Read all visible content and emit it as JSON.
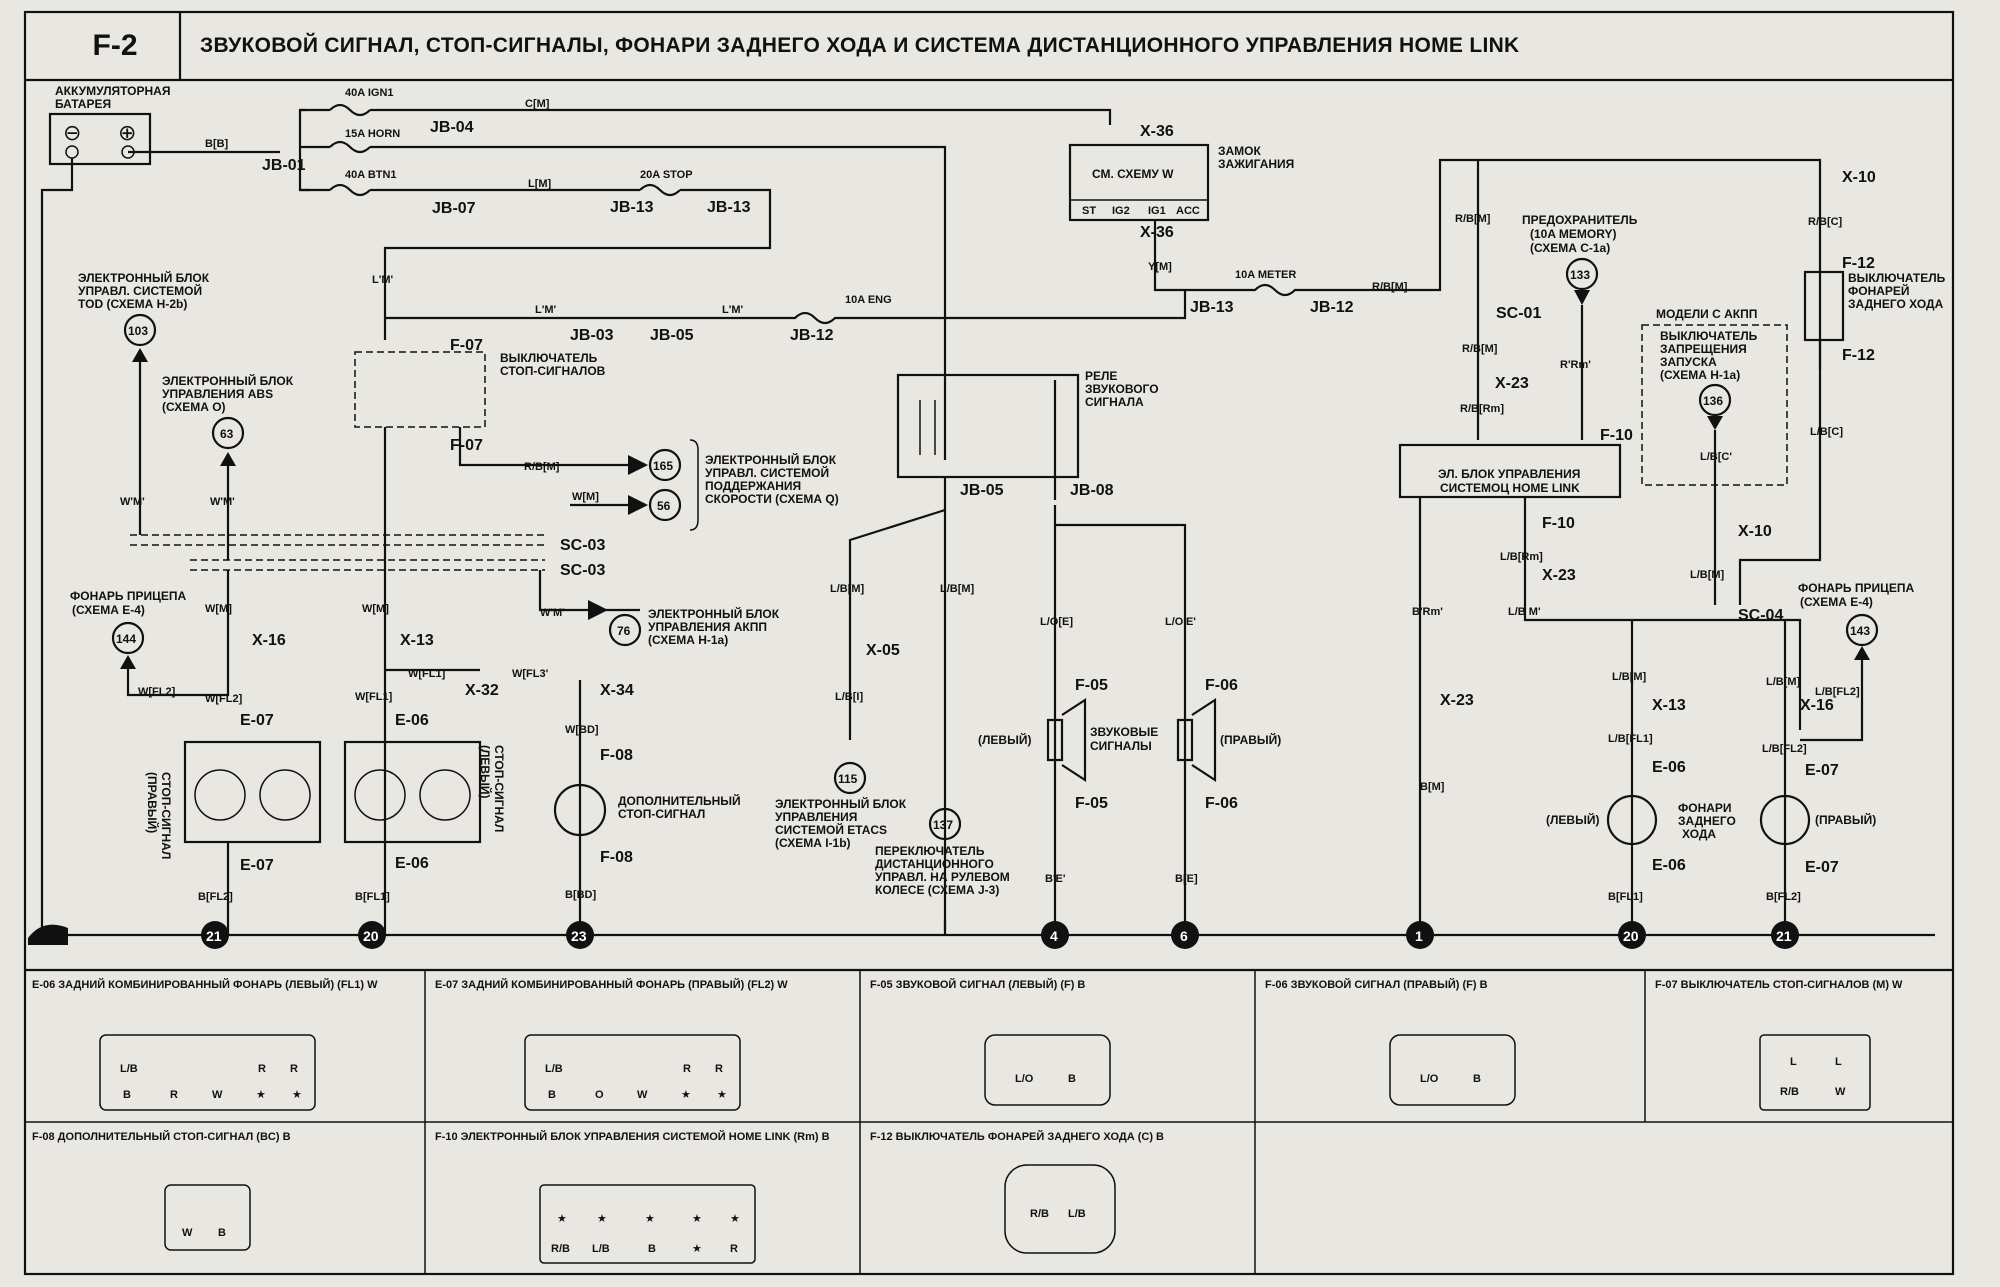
{
  "header": {
    "code": "F-2",
    "title": "ЗВУКОВОЙ СИГНАЛ, СТОП-СИГНАЛЫ, ФОНАРИ ЗАДНЕГО ХОДА И СИСТЕМА ДИСТАНЦИОННОГО УПРАВЛЕНИЯ HOME LINK"
  },
  "battery": {
    "label1": "АККУМУЛЯТОРНАЯ",
    "label2": "БАТАРЕЯ",
    "minus": "⊖",
    "plus": "⊕"
  },
  "fuses": {
    "ign1": "40A IGN1",
    "horn": "15A HORN",
    "btn1": "40A BTN1",
    "stop": "20A STOP",
    "eng": "10A ENG",
    "meter": "10A METER",
    "memory1": "ПРЕДОХРАНИТЕЛЬ",
    "memory2": "(10A MEMORY)",
    "memory3": "(СХЕМА C-1a)"
  },
  "junctions": {
    "jb01": "JB-01",
    "jb04": "JB-04",
    "jb07": "JB-07",
    "jb13a": "JB-13",
    "jb13b": "JB-13",
    "jb03": "JB-03",
    "jb05a": "JB-05",
    "jb12a": "JB-12",
    "jb13c": "JB-13",
    "jb12b": "JB-12",
    "jb05b": "JB-05",
    "jb08": "JB-08",
    "sc01": "SC-01",
    "sc03a": "SC-03",
    "sc03b": "SC-03",
    "sc04": "SC-04"
  },
  "connectors": {
    "x36a": "X-36",
    "x36b": "X-36",
    "x10a": "X-10",
    "x10b": "X-10",
    "f12a": "F-12",
    "f12b": "F-12",
    "f07a": "F-07",
    "f07b": "F-07",
    "x23a": "X-23",
    "x23b": "X-23",
    "x23c": "X-23",
    "f10a": "F-10",
    "f10b": "F-10",
    "x16a": "X-16",
    "x16b": "X-16",
    "x13a": "X-13",
    "x13b": "X-13",
    "x32": "X-32",
    "x34": "X-34",
    "x05": "X-05",
    "e07a": "E-07",
    "e07b": "E-07",
    "e07c": "E-07",
    "e07d": "E-07",
    "e06a": "E-06",
    "e06b": "E-06",
    "e06c": "E-06",
    "e06d": "E-06",
    "f08a": "F-08",
    "f08b": "F-08",
    "f05a": "F-05",
    "f05b": "F-05",
    "f06a": "F-06",
    "f06b": "F-06"
  },
  "wires": {
    "bb": "B[B]",
    "cm": "C[M]",
    "lm": "L[M]",
    "lm2": "L'M'",
    "lm3": "L'M'",
    "lm4": "L'M'",
    "ym": "Y[M]",
    "rbm1": "R/B[M]",
    "rbm2": "R/B[M]",
    "rbm3": "R/B[M]",
    "rbm4": "R/B[M]",
    "rbc": "R/B[C]",
    "lbc": "L/B[C]",
    "rbrm": "R/B[Rm]",
    "rrm": "R'Rm'",
    "lbc2": "L/B[C'",
    "wm1": "W'M'",
    "wm2": "W'M'",
    "wm3": "W[M]",
    "wm4": "W[M]",
    "wm5": "W'M'",
    "wm6": "W[M]",
    "wm7": "W[M]",
    "wfl2a": "W[FL2]",
    "wfl2b": "W[FL2]",
    "wfl1a": "W[FL1]",
    "wfl1b": "W[FL1]",
    "wfl3": "W[FL3'",
    "wbd": "W[BD]",
    "bbd": "B[BD]",
    "bfl2": "B[FL2]",
    "bfl1": "B[FL1]",
    "lbm1": "L/B[M]",
    "lbm2": "L/B[M]",
    "lbi": "L/B[I]",
    "loe1": "L/O[E]",
    "loe2": "L/O'E'",
    "be1": "B'E'",
    "be2": "B[E]",
    "brm": "B'Rm'",
    "bm": "B[M]",
    "lbrm": "L/B[Rm]",
    "lbm3": "L/B M'",
    "lbm4": "L/B[M]",
    "lbm5": "L/B[M]",
    "lbm6": "L/B[M]",
    "lbfl1": "L/B[FL1]",
    "lbfl2": "L/B[FL2]",
    "lbfl2b": "L/B[FL2]",
    "bfl1b": "B[FL1]",
    "bfl2b": "B[FL2]"
  },
  "components": {
    "ignition_box": "СМ. СХЕМУ W",
    "ign_lbl1": "ЗАМОК",
    "ign_lbl2": "ЗАЖИГАНИЯ",
    "ign_st": "ST",
    "ign_ig2": "IG2",
    "ign_ig1": "IG1",
    "ign_acc": "ACC",
    "tod1": "ЭЛЕКТРОННЫЙ БЛОК",
    "tod2": "УПРАВЛ. СИСТЕМОЙ",
    "tod3": "TOD (СХЕМА Н-2b)",
    "abs1": "ЭЛЕКТРОННЫЙ БЛОК",
    "abs2": "УПРАВЛЕНИЯ ABS",
    "abs3": "(СХЕМА O)",
    "stopsw1": "ВЫКЛЮЧАТЕЛЬ",
    "stopsw2": "СТОП-СИГНАЛОВ",
    "cruise1": "ЭЛЕКТРОННЫЙ БЛОК",
    "cruise2": "УПРАВЛ. СИСТЕМОЙ",
    "cruise3": "ПОДДЕРЖАНИЯ",
    "cruise4": "СКОРОСТИ (СХЕМА Q)",
    "akpp1": "ЭЛЕКТРОННЫЙ БЛОК",
    "akpp2": "УПРАВЛЕНИЯ АКПП",
    "akpp3": "(СХЕМА Н-1а)",
    "relay1": "РЕЛЕ",
    "relay2": "ЗВУКОВОГО",
    "relay3": "СИГНАЛА",
    "trailer1": "ФОНАРЬ ПРИЦЕПА",
    "trailer2": "(СХЕМА Е-4)",
    "trailer3": "ФОНАРЬ ПРИЦЕПА",
    "trailer4": "(СХЕМА Е-4)",
    "stopr1": "СТОП-СИГНАЛ",
    "stopr2": "(ПРАВЫЙ)",
    "stopl1": "СТОП-СИГНАЛ",
    "stopl2": "(ЛЕВЫЙ)",
    "addstop1": "ДОПОЛНИТЕЛЬНЫЙ",
    "addstop2": "СТОП-СИГНАЛ",
    "etacs1": "ЭЛЕКТРОННЫЙ БЛОК",
    "etacs2": "УПРАВЛЕНИЯ",
    "etacs3": "СИСТЕМОЙ ETACS",
    "etacs4": "(СХЕМА I-1b)",
    "remote1": "ПЕРЕКЛЮЧАТЕЛЬ",
    "remote2": "ДИСТАНЦИОННОГО",
    "remote3": "УПРАВЛ. НА РУЛЕВОМ",
    "remote4": "КОЛЕСЕ (СХЕМА J-3)",
    "horn_left": "(ЛЕВЫЙ)",
    "horn_right": "(ПРАВЫЙ)",
    "horn1": "ЗВУКОВЫЕ",
    "horn2": "СИГНАЛЫ",
    "homelink1": "ЭЛ. БЛОК УПРАВЛЕНИЯ",
    "homelink2": "СИСТЕМОЦ HOME LINK",
    "akppmodel1": "МОДЕЛИ С АКПП",
    "inhibit1": "ВЫКЛЮЧАТЕЛЬ",
    "inhibit2": "ЗАПРЕЩЕНИЯ",
    "inhibit3": "ЗАПУСКА",
    "inhibit4": "(СХЕМА Н-1а)",
    "revsw1": "ВЫКЛЮЧАТЕЛЬ",
    "revsw2": "ФОНАРЕЙ",
    "revsw3": "ЗАДНЕГО ХОДА",
    "rev_left": "(ЛЕВЫЙ)",
    "rev_right": "(ПРАВЫЙ)",
    "rev1": "ФОНАРИ",
    "rev2": "ЗАДНЕГО",
    "rev3": "ХОДА"
  },
  "refs": {
    "r103": "103",
    "r63": "63",
    "r165": "165",
    "r56": "56",
    "r76": "76",
    "r144": "144",
    "r115": "115",
    "r137": "137",
    "r133": "133",
    "r136": "136",
    "r143": "143"
  },
  "grounds": {
    "g1": "21",
    "g2": "20",
    "g3": "23",
    "g4": "4",
    "g5": "6",
    "g6": "1",
    "g7": "20",
    "g8": "21"
  },
  "connector_table": [
    {
      "title": "E-06 ЗАДНИЙ КОМБИНИРОВАННЫЙ ФОНАРЬ (ЛЕВЫЙ) (FL1) W",
      "cells": [
        "L/B",
        "",
        "R",
        "R",
        "B",
        "R",
        "W",
        "★",
        "★"
      ]
    },
    {
      "title": "E-07 ЗАДНИЙ КОМБИНИРОВАННЫЙ ФОНАРЬ (ПРАВЫЙ) (FL2) W",
      "cells": [
        "L/B",
        "",
        "R",
        "R",
        "B",
        "O",
        "W",
        "★",
        "★"
      ]
    },
    {
      "title": "F-05 ЗВУКОВОЙ СИГНАЛ (ЛЕВЫЙ) (F) B",
      "cells": [
        "L/O",
        "B"
      ]
    },
    {
      "title": "F-06 ЗВУКОВОЙ СИГНАЛ (ПРАВЫЙ) (F) B",
      "cells": [
        "L/O",
        "B"
      ]
    },
    {
      "title": "F-07 ВЫКЛЮЧАТЕЛЬ СТОП-СИГНАЛОВ (M) W",
      "cells": [
        "L",
        "L",
        "R/B",
        "W"
      ]
    },
    {
      "title": "F-08 ДОПОЛНИТЕЛЬНЫЙ СТОП-СИГНАЛ (BC) B",
      "cells": [
        "W",
        "B"
      ]
    },
    {
      "title": "F-10 ЭЛЕКТРОННЫЙ БЛОК УПРАВЛЕНИЯ СИСТЕМОЙ HOME LINK (Rm) B",
      "cells": [
        "★",
        "★",
        "★",
        "★",
        "★",
        "R/B",
        "L/B",
        "B",
        "★",
        "R"
      ]
    },
    {
      "title": "F-12 ВЫКЛЮЧАТЕЛЬ ФОНАРЕЙ ЗАДНЕГО ХОДА (C) B",
      "cells": [
        "R/B",
        "L/B"
      ]
    }
  ]
}
